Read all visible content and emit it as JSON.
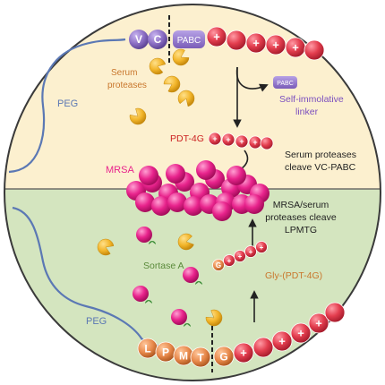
{
  "top": {
    "peg_label": "PEG",
    "vc_letters": [
      "V",
      "C"
    ],
    "pabc_label": "PABC",
    "peptide_signs": [
      "+",
      "+",
      "+",
      "+"
    ],
    "serum_proteases_label": [
      "Serum",
      "proteases"
    ],
    "free_pabc_label": "PABC",
    "self_immolative_label": [
      "Self-immolative",
      "linker"
    ],
    "pdt_label": "PDT-4G",
    "pdt_signs": [
      "+",
      "+",
      "+",
      "+"
    ],
    "cleave_label": [
      "Serum proteases",
      "cleave VC-PABC"
    ],
    "mrsa_label": "MRSA"
  },
  "bottom": {
    "cleave_label": [
      "MRSA/serum",
      "proteases cleave",
      "LPMTG"
    ],
    "sortase_label": "Sortase A",
    "gly_label": "Gly-(PDT-4G)",
    "gly_chain": [
      "G",
      "+",
      "+",
      "+",
      "+"
    ],
    "peg_label": "PEG",
    "lpmtg_letters": [
      "L",
      "P",
      "M",
      "T",
      "G"
    ],
    "peptide_signs": [
      "+",
      "+",
      "+",
      "+"
    ]
  },
  "colors": {
    "top_bg": "#fcf0cf",
    "bottom_bg": "#d4e5bf",
    "peg_line": "#5b78b4",
    "vc_purple": "#8c6fc4",
    "peptide_red": "#e33d4e",
    "protease_yellow": "#f2b52a",
    "mrsa_pink": "#e8238c",
    "lpmtg_orange": "#e7884a",
    "sortase_green": "#3f8f3a",
    "label_orange": "#c9772d",
    "label_red": "#cc2222",
    "label_purple": "#7b4fbf",
    "label_green": "#5a8a3a"
  }
}
